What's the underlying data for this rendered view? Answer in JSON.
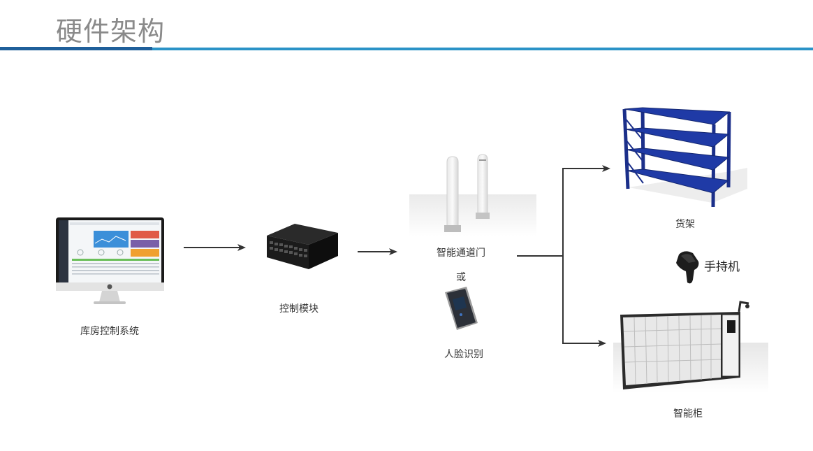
{
  "header": {
    "title": "硬件架构",
    "accent_dark": "#1f5f9a",
    "accent_light": "#2b93c7"
  },
  "nodes": {
    "system": {
      "label": "库房控制系统",
      "icon": "imac-monitor-icon"
    },
    "module": {
      "label": "控制模块",
      "icon": "network-switch-icon"
    },
    "gate": {
      "label": "智能通道门",
      "icon": "rfid-gate-icon"
    },
    "or": {
      "label": "或"
    },
    "face": {
      "label": "人脸识别",
      "icon": "face-terminal-icon"
    },
    "shelf": {
      "label": "货架",
      "icon": "shelf-rack-icon"
    },
    "handheld": {
      "label": "手持机",
      "icon": "handheld-scanner-icon"
    },
    "cabinet": {
      "label": "智能柜",
      "icon": "smart-cabinet-icon"
    }
  },
  "edges": [
    {
      "from": "system",
      "to": "module"
    },
    {
      "from": "module",
      "to": "gate"
    },
    {
      "from": "gate",
      "to": "shelf"
    },
    {
      "from": "gate",
      "to": "cabinet"
    }
  ]
}
